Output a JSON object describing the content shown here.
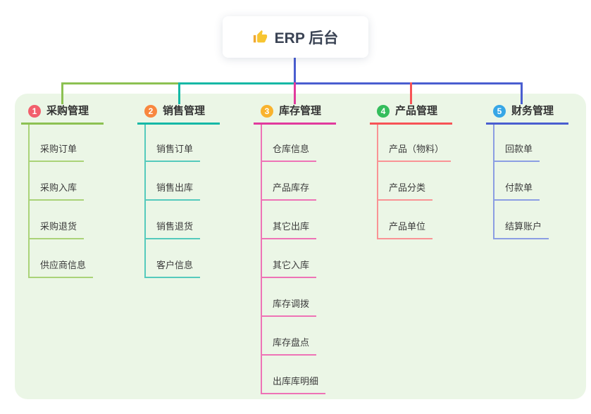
{
  "root": {
    "title": "ERP 后台",
    "icon": "thumbs-up-icon",
    "icon_color": "#f7c531",
    "icon_cuff_color": "#f0a830",
    "text_color": "#3a4354",
    "card_bg": "#ffffff"
  },
  "panel": {
    "bg_color": "#ebf6e6"
  },
  "trunk": {
    "root_drop_color": "#4a5ed0",
    "segment_colors": {
      "left_green": "#8cc152",
      "mid_teal": "#14b8a6",
      "right_blue": "#4a5ed0"
    }
  },
  "branches": [
    {
      "num": "1",
      "label": "采购管理",
      "badge_color": "#f25f6c",
      "line_color": "#8cc152",
      "child_line_color": "#aad378",
      "children": [
        "采购订单",
        "采购入库",
        "采购退货",
        "供应商信息"
      ]
    },
    {
      "num": "2",
      "label": "销售管理",
      "badge_color": "#f8873f",
      "line_color": "#14b8a6",
      "child_line_color": "#55cabc",
      "children": [
        "销售订单",
        "销售出库",
        "销售退货",
        "客户信息"
      ]
    },
    {
      "num": "3",
      "label": "库存管理",
      "badge_color": "#f9b32e",
      "line_color": "#e13a9d",
      "child_line_color": "#ee73b6",
      "children": [
        "仓库信息",
        "产品库存",
        "其它出库",
        "其它入库",
        "库存调拨",
        "库存盘点",
        "出库库明细"
      ]
    },
    {
      "num": "4",
      "label": "产品管理",
      "badge_color": "#34bd5c",
      "line_color": "#f75356",
      "child_line_color": "#f99395",
      "children": [
        "产品（物料）",
        "产品分类",
        "产品单位"
      ]
    },
    {
      "num": "5",
      "label": "财务管理",
      "badge_color": "#36a6e6",
      "line_color": "#4a5ed0",
      "child_line_color": "#8b9ee3",
      "children": [
        "回款单",
        "付款单",
        "结算账户"
      ]
    }
  ]
}
